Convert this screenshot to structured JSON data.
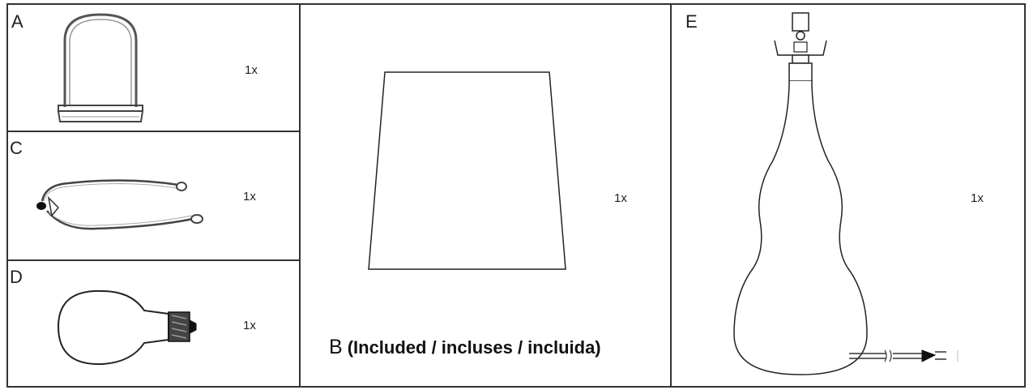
{
  "parts": [
    {
      "letter": "A",
      "qty": "1x",
      "icon": "harp-icon"
    },
    {
      "letter": "C",
      "qty": "1x",
      "icon": "harp-arms-icon"
    },
    {
      "letter": "D",
      "qty": "1x",
      "icon": "light-bulb-icon"
    },
    {
      "letter": "B",
      "qty": "1x",
      "icon": "lampshade-icon",
      "caption": "(Included / incluses / incluida)"
    },
    {
      "letter": "E",
      "qty": "1x",
      "icon": "lamp-base-icon"
    }
  ]
}
